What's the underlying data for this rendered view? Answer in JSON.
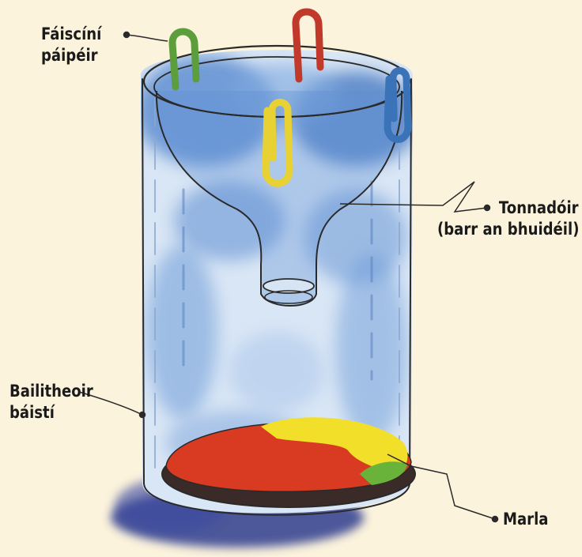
{
  "labels": {
    "paper_clips": {
      "line1": "Fáiscíní",
      "line2": "páipéir"
    },
    "funnel": {
      "line1": "Tonnadóir",
      "line2": "(barr an bhuidéil)"
    },
    "rain_collector": {
      "line1": "Bailitheoir",
      "line2": "báistí"
    },
    "clay": {
      "line1": "Marla"
    }
  },
  "colors": {
    "background": "#fcf3dc",
    "water": "#6f9fd6",
    "clay_red": "#d83a22",
    "clay_yellow": "#f2df2a",
    "clay_green": "#6ab33b",
    "clip_green": "#5c9e3c",
    "clip_red": "#c0392b",
    "clip_yellow": "#e8d233",
    "clip_blue": "#3b73b9",
    "outline": "#2a2a2a"
  }
}
